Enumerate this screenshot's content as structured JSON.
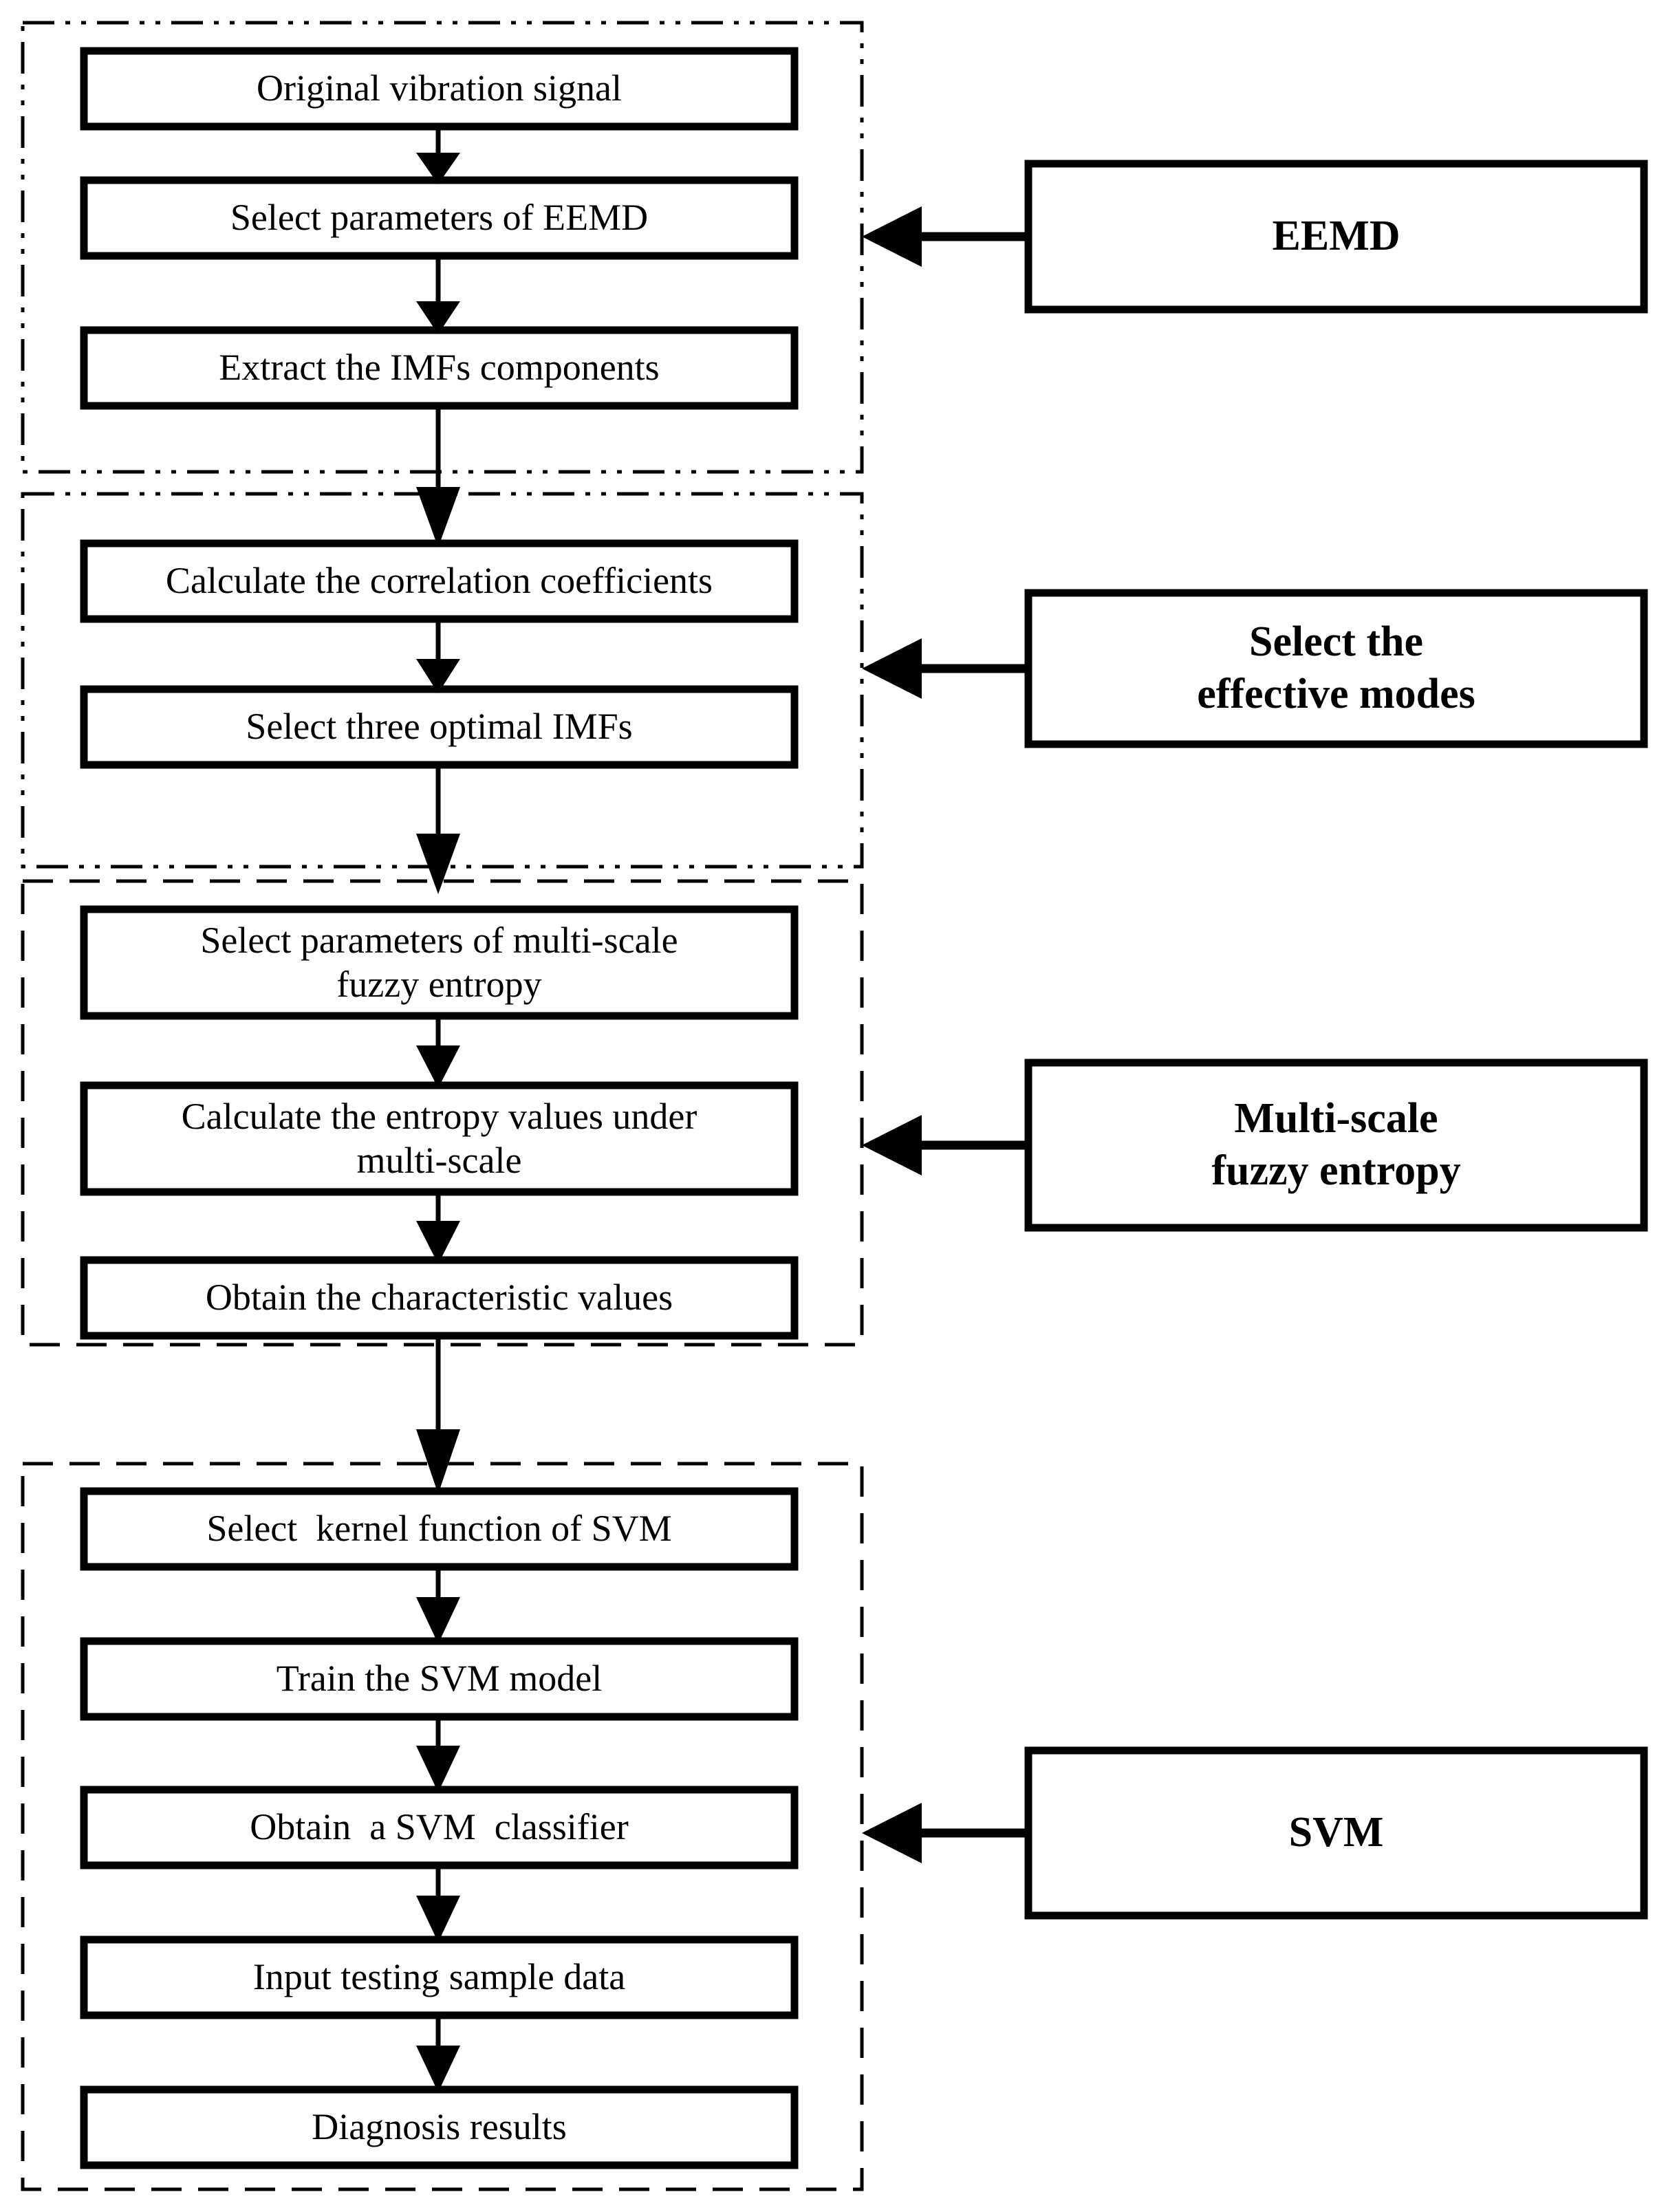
{
  "diagram": {
    "title": "EEMD multi-scale fuzzy entropy SVM fault diagnosis flowchart",
    "colors": {
      "ink": "#000000",
      "paper": "#ffffff"
    },
    "groups": [
      {
        "id": "group-eemd",
        "border_style": "dash-dot",
        "label_ref": "EEMD"
      },
      {
        "id": "group-modes",
        "border_style": "dash-dot",
        "label_ref": "Select the\neffective modes"
      },
      {
        "id": "group-entropy",
        "border_style": "dashed",
        "label_ref": "Multi-scale\nfuzzy entropy"
      },
      {
        "id": "group-svm",
        "border_style": "dashed",
        "label_ref": "SVM"
      }
    ],
    "process_steps": [
      {
        "id": "step-original-signal",
        "text": "Original vibration signal"
      },
      {
        "id": "step-select-eemd-params",
        "text": "Select parameters of EEMD"
      },
      {
        "id": "step-extract-imfs",
        "text": "Extract the IMFs components"
      },
      {
        "id": "step-correlation-coeff",
        "text": "Calculate the correlation coefficients"
      },
      {
        "id": "step-select-three-imfs",
        "text": "Select three optimal IMFs"
      },
      {
        "id": "step-select-mfe-params",
        "text": "Select parameters of multi-scale\nfuzzy entropy"
      },
      {
        "id": "step-calc-entropy",
        "text": "Calculate the entropy values under\nmulti-scale"
      },
      {
        "id": "step-characteristic",
        "text": "Obtain the characteristic values"
      },
      {
        "id": "step-kernel-function",
        "text": "Select  kernel function of SVM"
      },
      {
        "id": "step-train-svm",
        "text": "Train the SVM model"
      },
      {
        "id": "step-obtain-classifier",
        "text": "Obtain  a SVM  classifier"
      },
      {
        "id": "step-input-testing",
        "text": "Input testing sample data"
      },
      {
        "id": "step-diagnosis-results",
        "text": "Diagnosis results"
      }
    ],
    "stage_labels": [
      {
        "id": "stage-eemd",
        "line1": "EEMD",
        "line2": ""
      },
      {
        "id": "stage-modes",
        "line1": "Select the",
        "line2": "effective modes"
      },
      {
        "id": "stage-entropy",
        "line1": "Multi-scale",
        "line2": "fuzzy entropy"
      },
      {
        "id": "stage-svm",
        "line1": "SVM",
        "line2": ""
      }
    ]
  }
}
